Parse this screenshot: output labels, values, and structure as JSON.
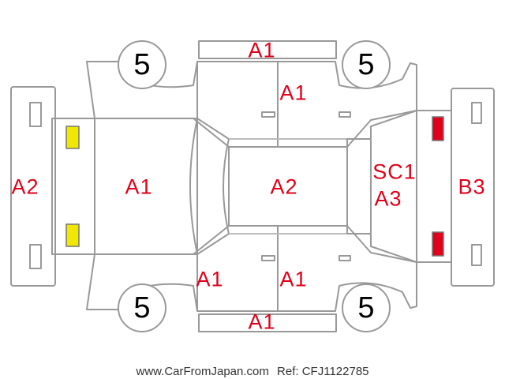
{
  "tyres": {
    "front_left": "5",
    "front_right": "5",
    "rear_left": "5",
    "rear_right": "5"
  },
  "labels": {
    "roof_top": "A1",
    "door_upper_right": "A1",
    "bumper_front": "A2",
    "hood": "A1",
    "roof": "A2",
    "rear_panel_line1": "SC1",
    "rear_panel_line2": "A3",
    "bumper_rear": "B3",
    "door_lower_left": "A1",
    "door_lower_right": "A1",
    "sill_bottom": "A1"
  },
  "marker_colors": {
    "front_lights": "#f0e800",
    "rear_lights": "#e0001a",
    "damage_text": "#e0001a"
  },
  "footer": {
    "site": "www.CarFromJapan.com",
    "ref": "Ref: CFJ1122785"
  }
}
